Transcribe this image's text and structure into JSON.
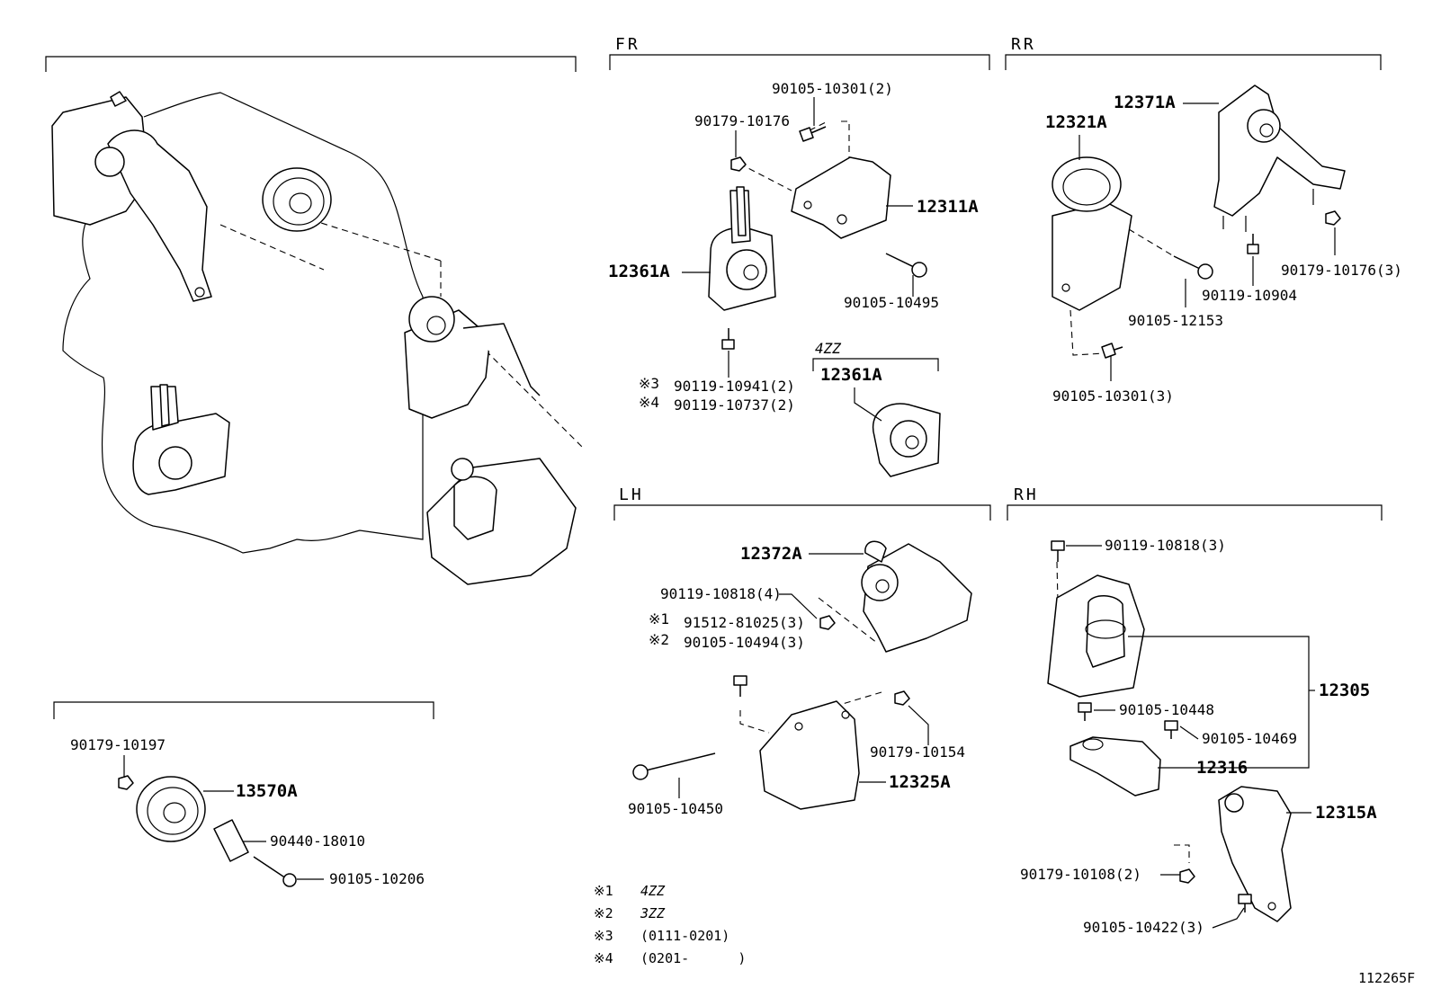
{
  "sections": {
    "fr": "FR",
    "rr": "RR",
    "lh": "LH",
    "rh": "RH",
    "fr_4zz": "4ZZ"
  },
  "parts": {
    "p90105_10301_2": "90105-10301(2)",
    "p90179_10176": "90179-10176",
    "p12311A": "12311A",
    "p12361A": "12361A",
    "p90105_10495": "90105-10495",
    "p12361A_4zz": "12361A",
    "n3": "※3",
    "p90119_10941": "90119-10941(2)",
    "n4": "※4",
    "p90119_10737": "90119-10737(2)",
    "p12321A": "12321A",
    "p12371A": "12371A",
    "p90119_10904": "90119-10904",
    "p90179_10176_3": "90179-10176(3)",
    "p90105_12153": "90105-12153",
    "p90105_10301_3": "90105-10301(3)",
    "p12372A": "12372A",
    "p90119_10818_4": "90119-10818(4)",
    "n1": "※1",
    "p91512_81025": "91512-81025(3)",
    "n2": "※2",
    "p90105_10494": "90105-10494(3)",
    "p90179_10154": "90179-10154",
    "p12325A": "12325A",
    "p90105_10450": "90105-10450",
    "p90119_10818_3": "90119-10818(3)",
    "p12305": "12305",
    "p90105_10448": "90105-10448",
    "p90105_10469": "90105-10469",
    "p12316": "12316",
    "p12315A": "12315A",
    "p90179_10108": "90179-10108(2)",
    "p90105_10422": "90105-10422(3)",
    "p90179_10197": "90179-10197",
    "p13570A": "13570A",
    "p90440_18010": "90440-18010",
    "p90105_10206": "90105-10206"
  },
  "footnotes": [
    {
      "mark": "※1",
      "text": "4ZZ"
    },
    {
      "mark": "※2",
      "text": "3ZZ"
    },
    {
      "mark": "※3",
      "text": "(0111-0201)"
    },
    {
      "mark": "※4",
      "text": "(0201-      )"
    }
  ],
  "diagram_id": "112265F"
}
